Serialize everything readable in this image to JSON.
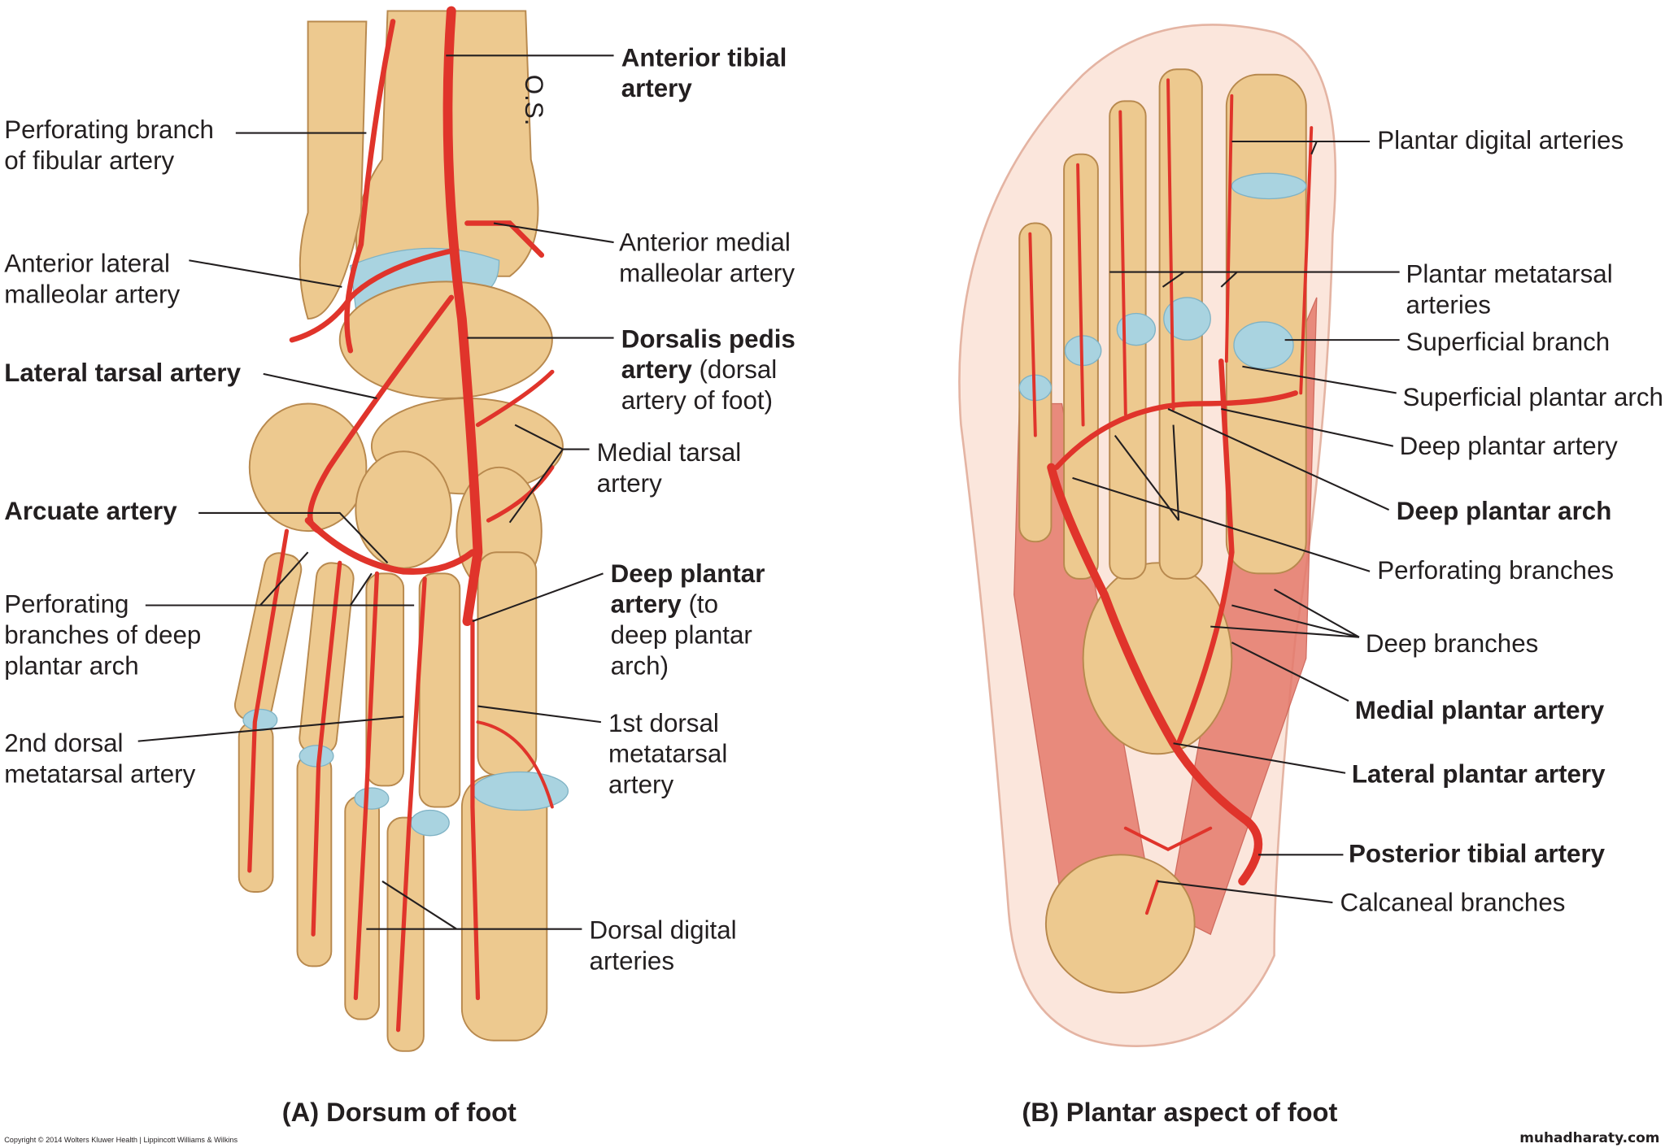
{
  "panel_a": {
    "caption": "(A) Dorsum of foot",
    "signature": "O.S.",
    "labels": {
      "anterior_tibial": [
        "Anterior tibial",
        "artery"
      ],
      "perforating_fibular": [
        "Perforating branch",
        "of fibular artery"
      ],
      "anterior_medial_malleolar": [
        "Anterior medial",
        "malleolar artery"
      ],
      "anterior_lateral_malleolar": [
        "Anterior lateral",
        "malleolar artery"
      ],
      "dorsalis_pedis": [
        "Dorsalis pedis",
        "artery",
        " (dorsal",
        "artery of foot)"
      ],
      "lateral_tarsal": "Lateral tarsal artery",
      "medial_tarsal": [
        "Medial tarsal",
        "artery"
      ],
      "arcuate": "Arcuate artery",
      "perforating_deep_arch": [
        "Perforating",
        "branches of deep",
        "plantar arch"
      ],
      "deep_plantar": [
        "Deep plantar",
        "artery",
        " (to",
        "deep plantar",
        "arch)"
      ],
      "second_dorsal_metatarsal": [
        "2nd dorsal",
        "metatarsal artery"
      ],
      "first_dorsal_metatarsal": [
        "1st dorsal",
        "metatarsal",
        "artery"
      ],
      "dorsal_digital": [
        "Dorsal digital",
        "arteries"
      ]
    }
  },
  "panel_b": {
    "caption": "(B) Plantar aspect of foot",
    "labels": {
      "plantar_digital": "Plantar digital arteries",
      "plantar_metatarsal": [
        "Plantar metatarsal",
        "arteries"
      ],
      "superficial_branch": "Superficial branch",
      "superficial_plantar_arch": "Superficial plantar arch",
      "deep_plantar_artery": "Deep plantar artery",
      "deep_plantar_arch": "Deep plantar arch",
      "perforating_branches": "Perforating branches",
      "deep_branches": "Deep branches",
      "medial_plantar": "Medial plantar artery",
      "lateral_plantar": "Lateral plantar artery",
      "posterior_tibial": "Posterior tibial artery",
      "calcaneal_branches": "Calcaneal branches"
    }
  },
  "footer": {
    "copyright": "Copyright © 2014 Wolters Kluwer Health | Lippincott Williams & Wilkins",
    "watermark": "muhadharaty.com"
  },
  "colors": {
    "artery": "#e0342b",
    "bone": "#edc98f",
    "cartilage": "#a9d3e0",
    "skin": "#fbe6dc"
  }
}
